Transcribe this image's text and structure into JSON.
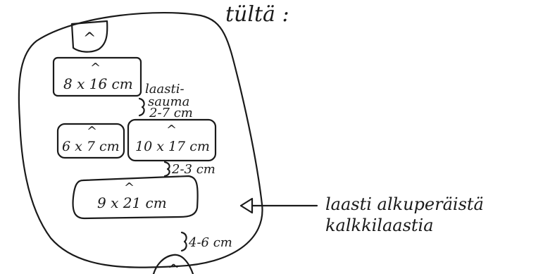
{
  "header": {
    "view_label": "tültä :"
  },
  "stones": [
    {
      "id": "top-cap",
      "label": "^"
    },
    {
      "id": "stone-1",
      "label": "8 x 16 cm"
    },
    {
      "id": "stone-2",
      "label": "6 x 7 cm"
    },
    {
      "id": "stone-3",
      "label": "10 x 17 cm"
    },
    {
      "id": "stone-4",
      "label": "9 x 21 cm"
    },
    {
      "id": "bottom-cap",
      "label": "^"
    }
  ],
  "annotations": {
    "joint_label_1": "laasti-",
    "joint_label_2": "sauma",
    "joint_range_1": "2-7 cm",
    "joint_range_2": "2-3 cm",
    "joint_range_3": "4-6 cm",
    "note_line_1": "laasti alkuperäistä",
    "note_line_2": "kalkkilaastia"
  },
  "colors": {
    "ink": "#1a1a1a",
    "paper": "#ffffff"
  }
}
